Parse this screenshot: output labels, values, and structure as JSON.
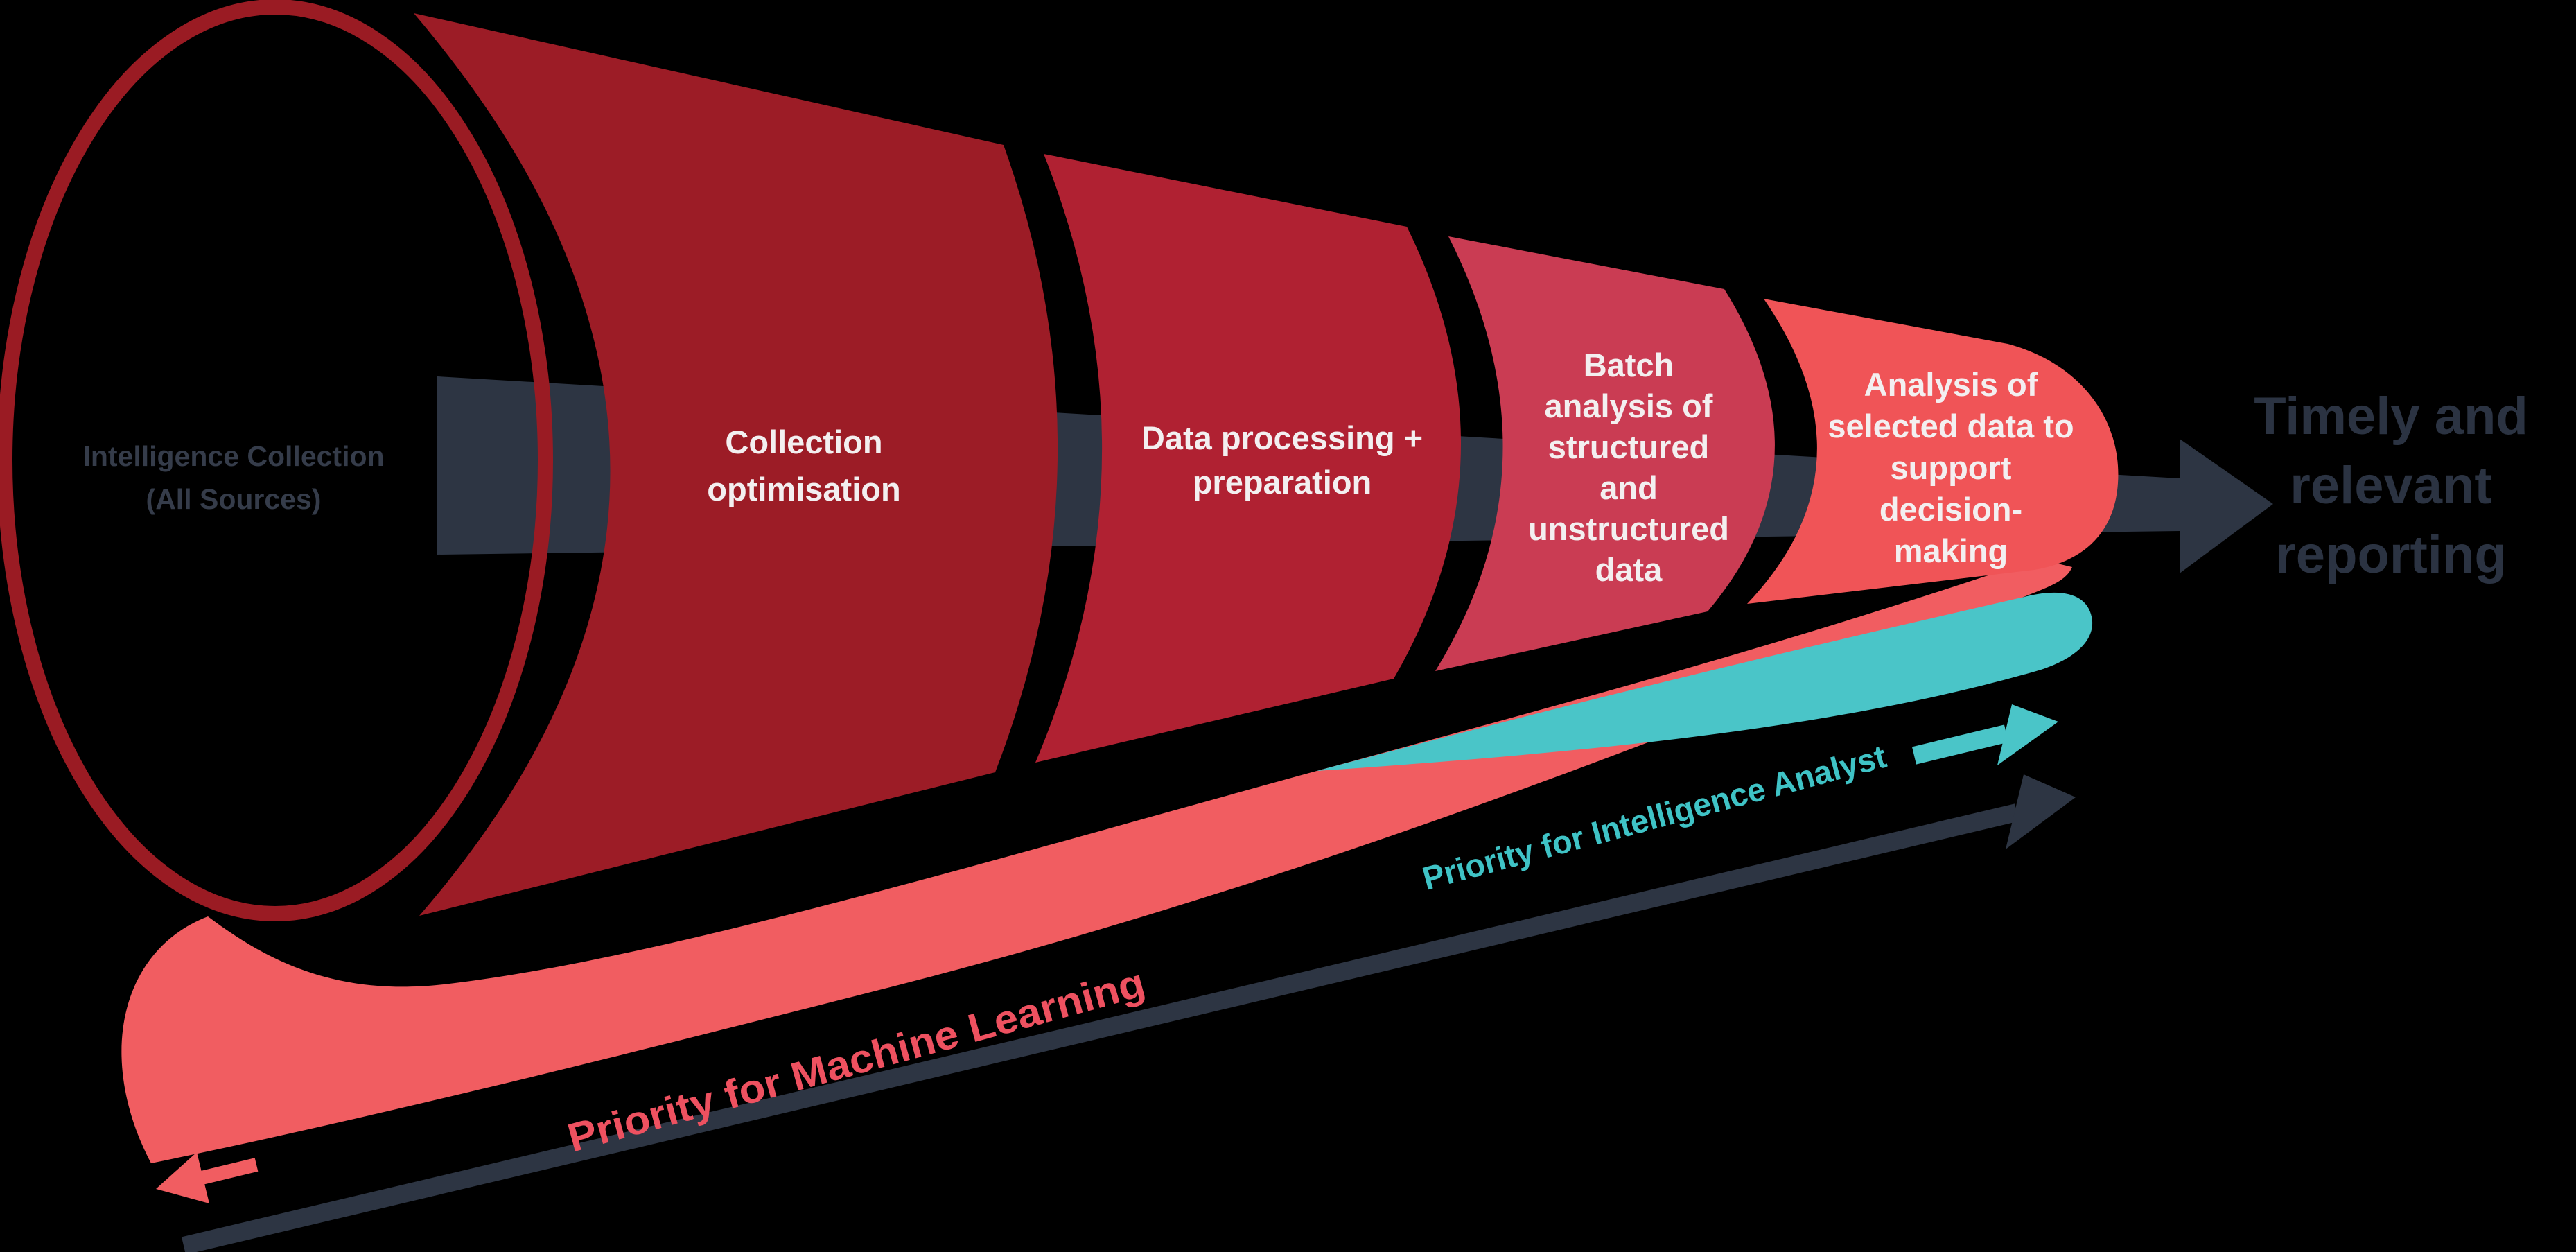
{
  "colors": {
    "background": "#000000",
    "funnel_ring": "#9a1b23",
    "segment_1": "#9c1c26",
    "segment_2": "#b02132",
    "segment_3": "#ca3c53",
    "segment_4": "#f05457",
    "underside_band": "#f15d61",
    "analyst_band": "#4ac5c8",
    "axis_navy": "#2d3543",
    "mouth_text": "#353c4a",
    "segment_text": "#f3eff0",
    "outcome_text": "#2b3342",
    "ml_text": "#ee5160",
    "analyst_text": "#3fc3c6"
  },
  "funnel": {
    "mouth": {
      "lines": [
        "Intelligence Collection",
        "(All Sources)"
      ]
    },
    "segments": [
      {
        "lines": [
          "Collection",
          "optimisation"
        ]
      },
      {
        "lines": [
          "Data processing +",
          "preparation"
        ]
      },
      {
        "lines": [
          "Batch",
          "analysis of",
          "structured",
          "and",
          "unstructured",
          "data"
        ]
      },
      {
        "lines": [
          "Analysis of",
          "selected data to",
          "support",
          "decision-",
          "making"
        ]
      }
    ]
  },
  "outcome": {
    "lines": [
      "Timely and",
      "relevant",
      "reporting"
    ]
  },
  "bands": {
    "machine_learning": {
      "label": "Priority for Machine Learning",
      "direction": "left"
    },
    "intelligence_analyst": {
      "label": "Priority for Intelligence Analyst",
      "direction": "right"
    }
  }
}
